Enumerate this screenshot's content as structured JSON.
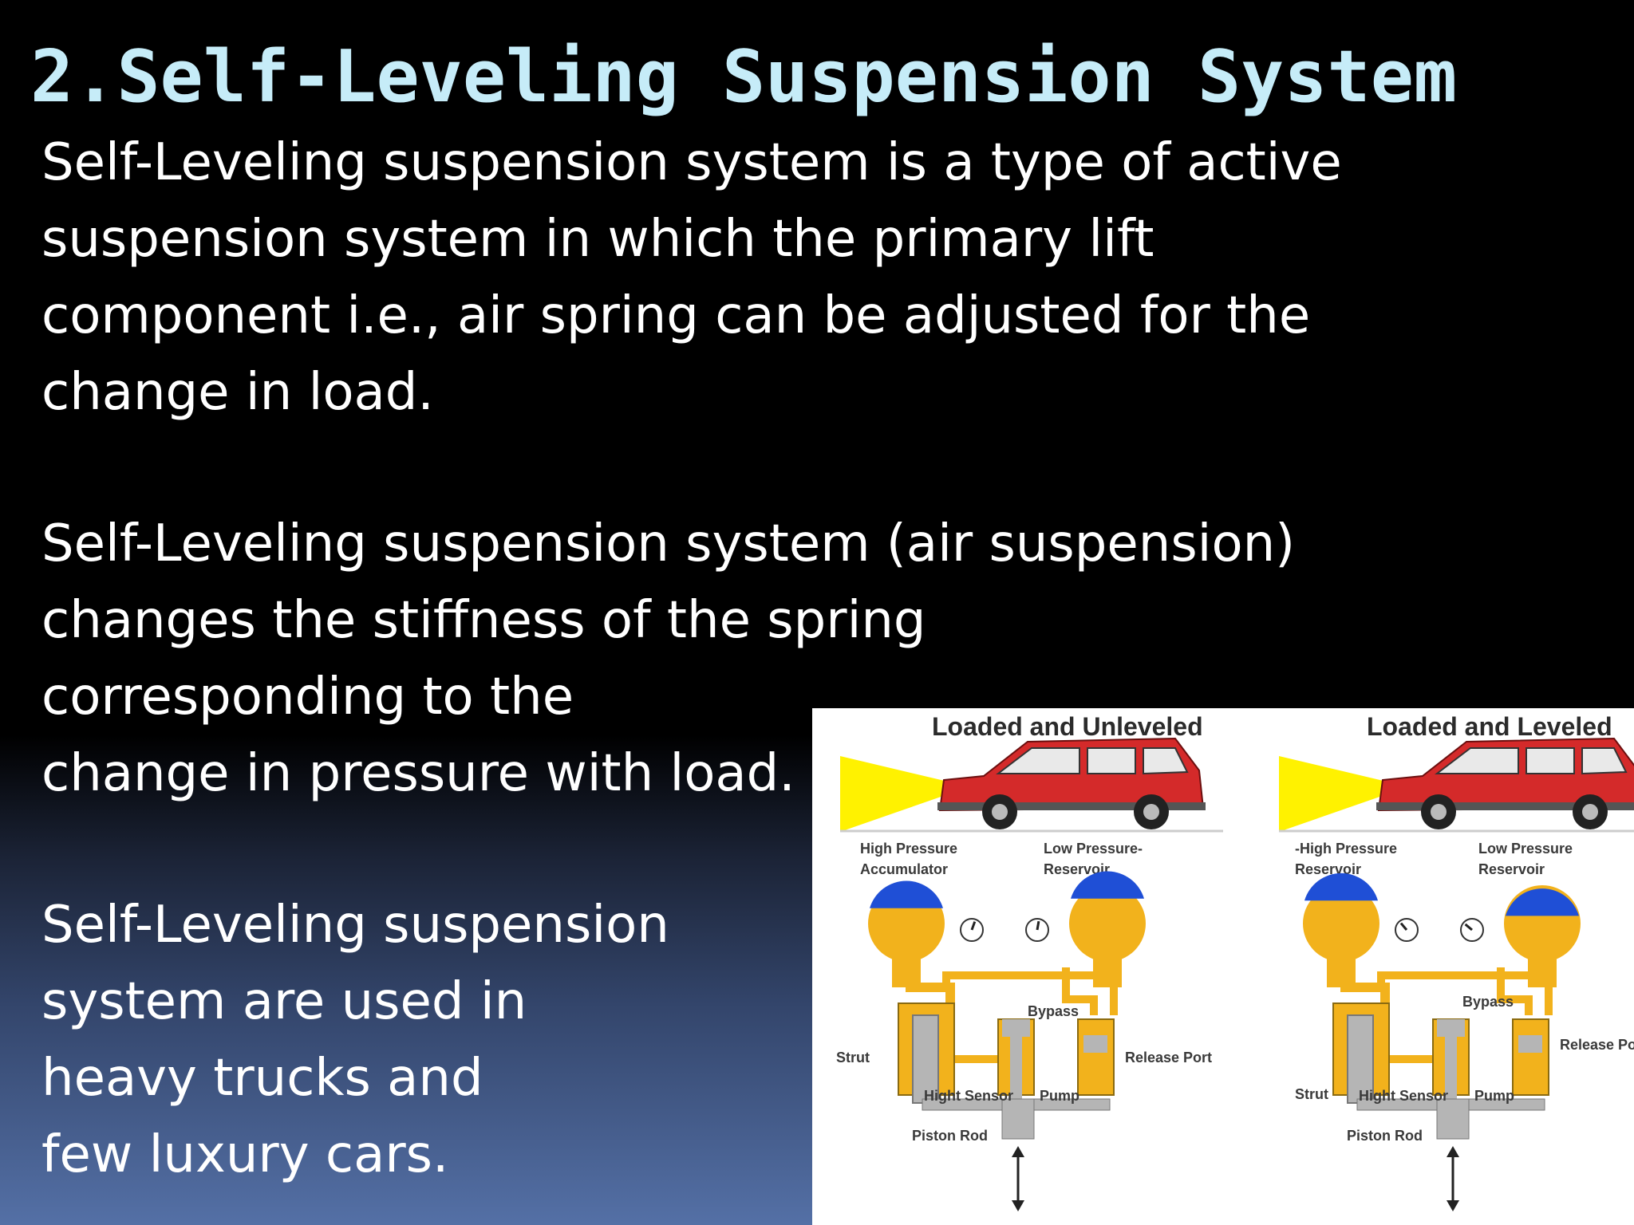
{
  "slide": {
    "title": "2.Self-Leveling Suspension System",
    "paragraphs": [
      "Self-Leveling suspension system is a type of active\nsuspension system in which the primary lift\ncomponent i.e., air spring can be adjusted for the\nchange in load.",
      "Self-Leveling suspension system (air suspension)\nchanges the stiffness of the spring\ncorresponding to the\nchange in pressure with load.",
      "Self-Leveling suspension\nsystem are used in\nheavy trucks and\nfew luxury cars."
    ]
  },
  "diagram": {
    "left_panel": {
      "title": "Loaded and Unleveled",
      "labels": {
        "accumulator": "High Pressure\nAccumulator",
        "reservoir": "Low Pressure-\nReservoir",
        "bypass": "Bypass",
        "strut": "Strut",
        "release_port": "Release Port",
        "height_sensor": "Hight Sensor",
        "pump": "Pump",
        "piston_rod": "Piston Rod"
      }
    },
    "right_panel": {
      "title": "Loaded and Leveled",
      "labels": {
        "accumulator": "-High Pressure\nReservoir",
        "reservoir": "Low Pressure\nReservoir",
        "bypass": "Bypass",
        "strut": "Strut",
        "release_port": "Release Port",
        "height_sensor": "Hight Sensor",
        "pump": "Pump",
        "piston_rod": "Piston Rod"
      }
    },
    "colors": {
      "car_body": "#d42a2a",
      "headlight_beam": "#fff200",
      "fluid_tank": "#f2b21c",
      "blue_fluid": "#1f4fd6",
      "cylinder_gray": "#b5b5b5"
    }
  }
}
